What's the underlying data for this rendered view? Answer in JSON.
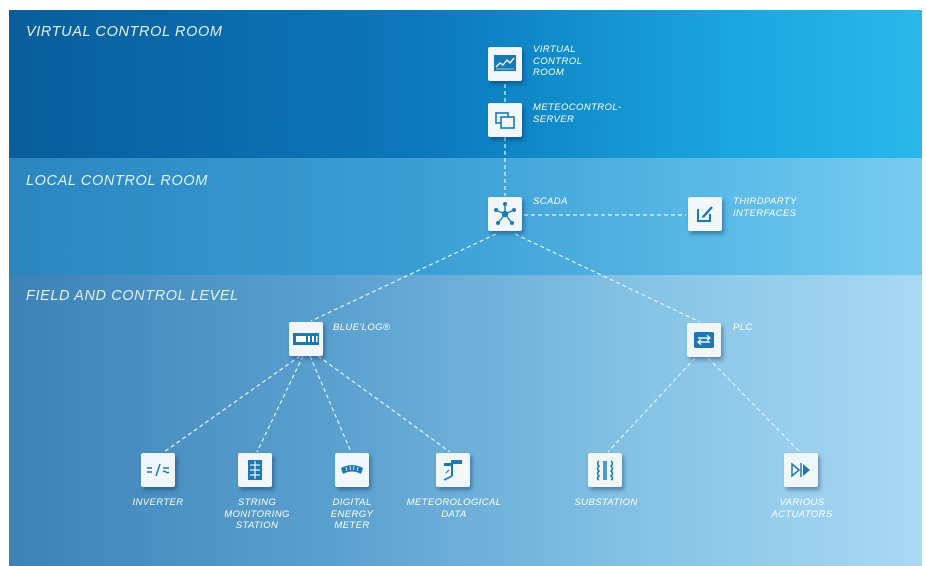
{
  "levels": {
    "virtual": "VIRTUAL CONTROL ROOM",
    "local": "LOCAL CONTROL ROOM",
    "field": "FIELD AND CONTROL LEVEL"
  },
  "nodes": {
    "virtual_control_room": {
      "label": "VIRTUAL\nCONTROL\nROOM",
      "icon": "chart-monitor-icon"
    },
    "meteocontrol_server": {
      "label": "METEOCONTROL-\nSERVER",
      "icon": "server-folder-icon"
    },
    "scada": {
      "label": "SCADA",
      "icon": "network-hub-icon"
    },
    "thirdparty": {
      "label": "THIRDPARTY\nINTERFACES",
      "icon": "pen-square-icon"
    },
    "bluelog": {
      "label": "BLUE'LOG®",
      "icon": "datalogger-icon"
    },
    "plc": {
      "label": "PLC",
      "icon": "bidirectional-arrow-icon"
    },
    "inverter": {
      "label": "INVERTER",
      "icon": "inverter-icon"
    },
    "string_monitoring": {
      "label": "STRING\nMONITORING\nSTATION",
      "icon": "string-box-icon"
    },
    "energy_meter": {
      "label": "DIGITAL\nENERGY\nMETER",
      "icon": "meter-gauge-icon"
    },
    "meteorological": {
      "label": "METEOROLOGICAL\nDATA",
      "icon": "weather-sensor-icon"
    },
    "substation": {
      "label": "SUBSTATION",
      "icon": "transformer-icon"
    },
    "actuators": {
      "label": "VARIOUS\nACTUATORS",
      "icon": "actuator-icon"
    }
  },
  "colors": {
    "icon_blue": "#1a79b5",
    "label_white": "#ffffff",
    "connector": "#e8f4fb"
  }
}
